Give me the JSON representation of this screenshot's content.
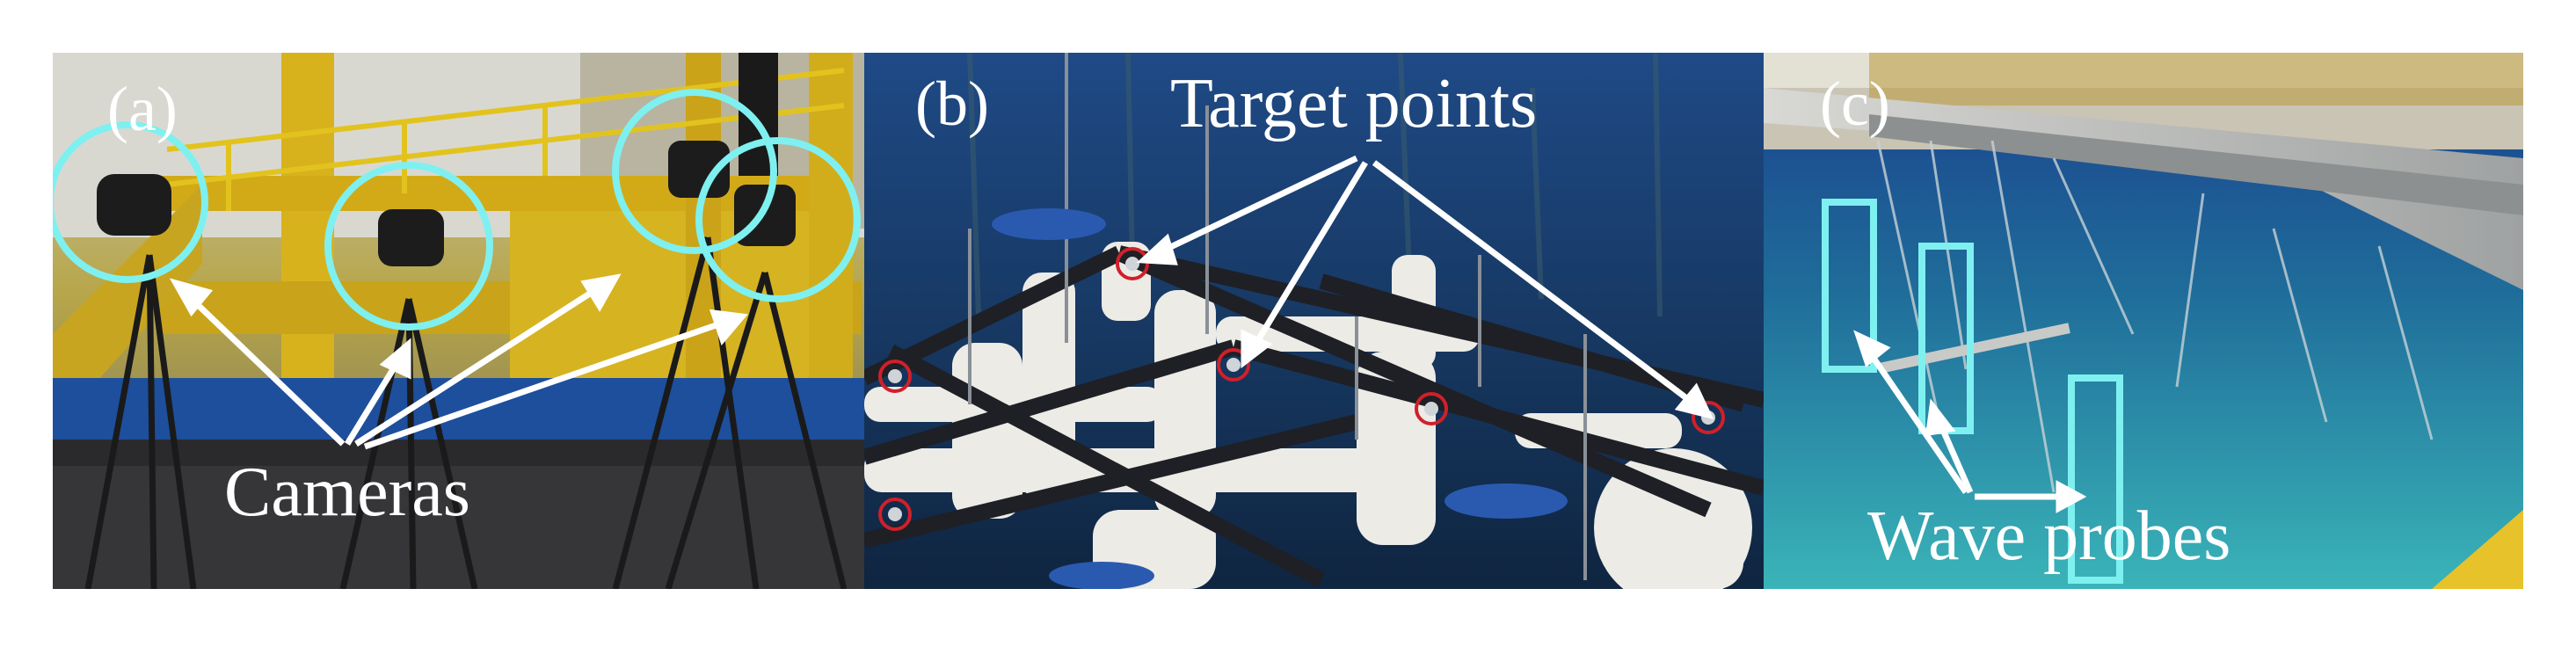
{
  "figure": {
    "panels": [
      {
        "label": "(a)",
        "caption": "Cameras",
        "camera_count": 4
      },
      {
        "label": "(b)",
        "caption": "Target points",
        "target_count": 6
      },
      {
        "label": "(c)",
        "caption": "Wave probes",
        "probe_count": 3
      }
    ],
    "colors": {
      "highlight": "#7ff0f0",
      "target_ring": "#d0202a",
      "annotation": "#ffffff",
      "tank_blue": "#1d4f9c",
      "frame_yellow": "#d8b21c",
      "water_teal": "#3ab4b8"
    }
  }
}
